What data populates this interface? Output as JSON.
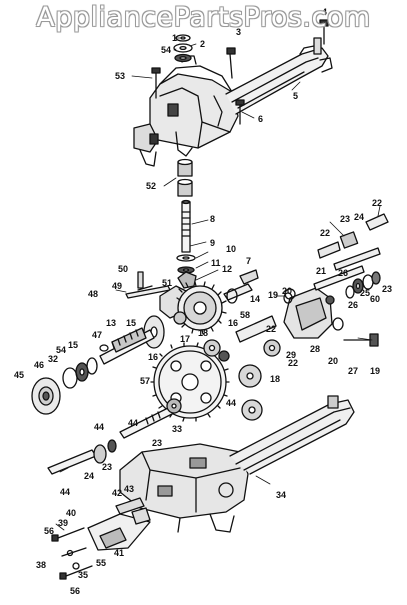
{
  "watermark": "AppliancePartsPros.com",
  "callouts": [
    "1",
    "2",
    "3",
    "4",
    "5",
    "6",
    "7",
    "8",
    "9",
    "10",
    "11",
    "12",
    "13",
    "14",
    "15",
    "16",
    "17",
    "18",
    "19",
    "20",
    "21",
    "22",
    "23",
    "24",
    "25",
    "26",
    "27",
    "28",
    "29",
    "32",
    "33",
    "34",
    "35",
    "38",
    "39",
    "40",
    "41",
    "42",
    "43",
    "44",
    "45",
    "46",
    "47",
    "48",
    "49",
    "50",
    "51",
    "52",
    "53",
    "54",
    "55",
    "56",
    "57",
    "58",
    "60"
  ],
  "label_list": [
    "1",
    "54",
    "2",
    "3",
    "4",
    "53",
    "5",
    "6",
    "52",
    "8",
    "9",
    "10",
    "11",
    "12",
    "7",
    "50",
    "49",
    "48",
    "51",
    "14",
    "58",
    "16",
    "17",
    "18",
    "13",
    "15",
    "47",
    "54",
    "32",
    "15",
    "46",
    "45",
    "16",
    "57",
    "22",
    "23",
    "24",
    "22",
    "22",
    "21",
    "26",
    "26",
    "25",
    "60",
    "23",
    "19",
    "20",
    "29",
    "28",
    "22",
    "20",
    "27",
    "19",
    "44",
    "18",
    "44",
    "23",
    "33",
    "44",
    "23",
    "24",
    "44",
    "34",
    "42",
    "43",
    "40",
    "39",
    "56",
    "38",
    "41",
    "55",
    "35",
    "56"
  ]
}
